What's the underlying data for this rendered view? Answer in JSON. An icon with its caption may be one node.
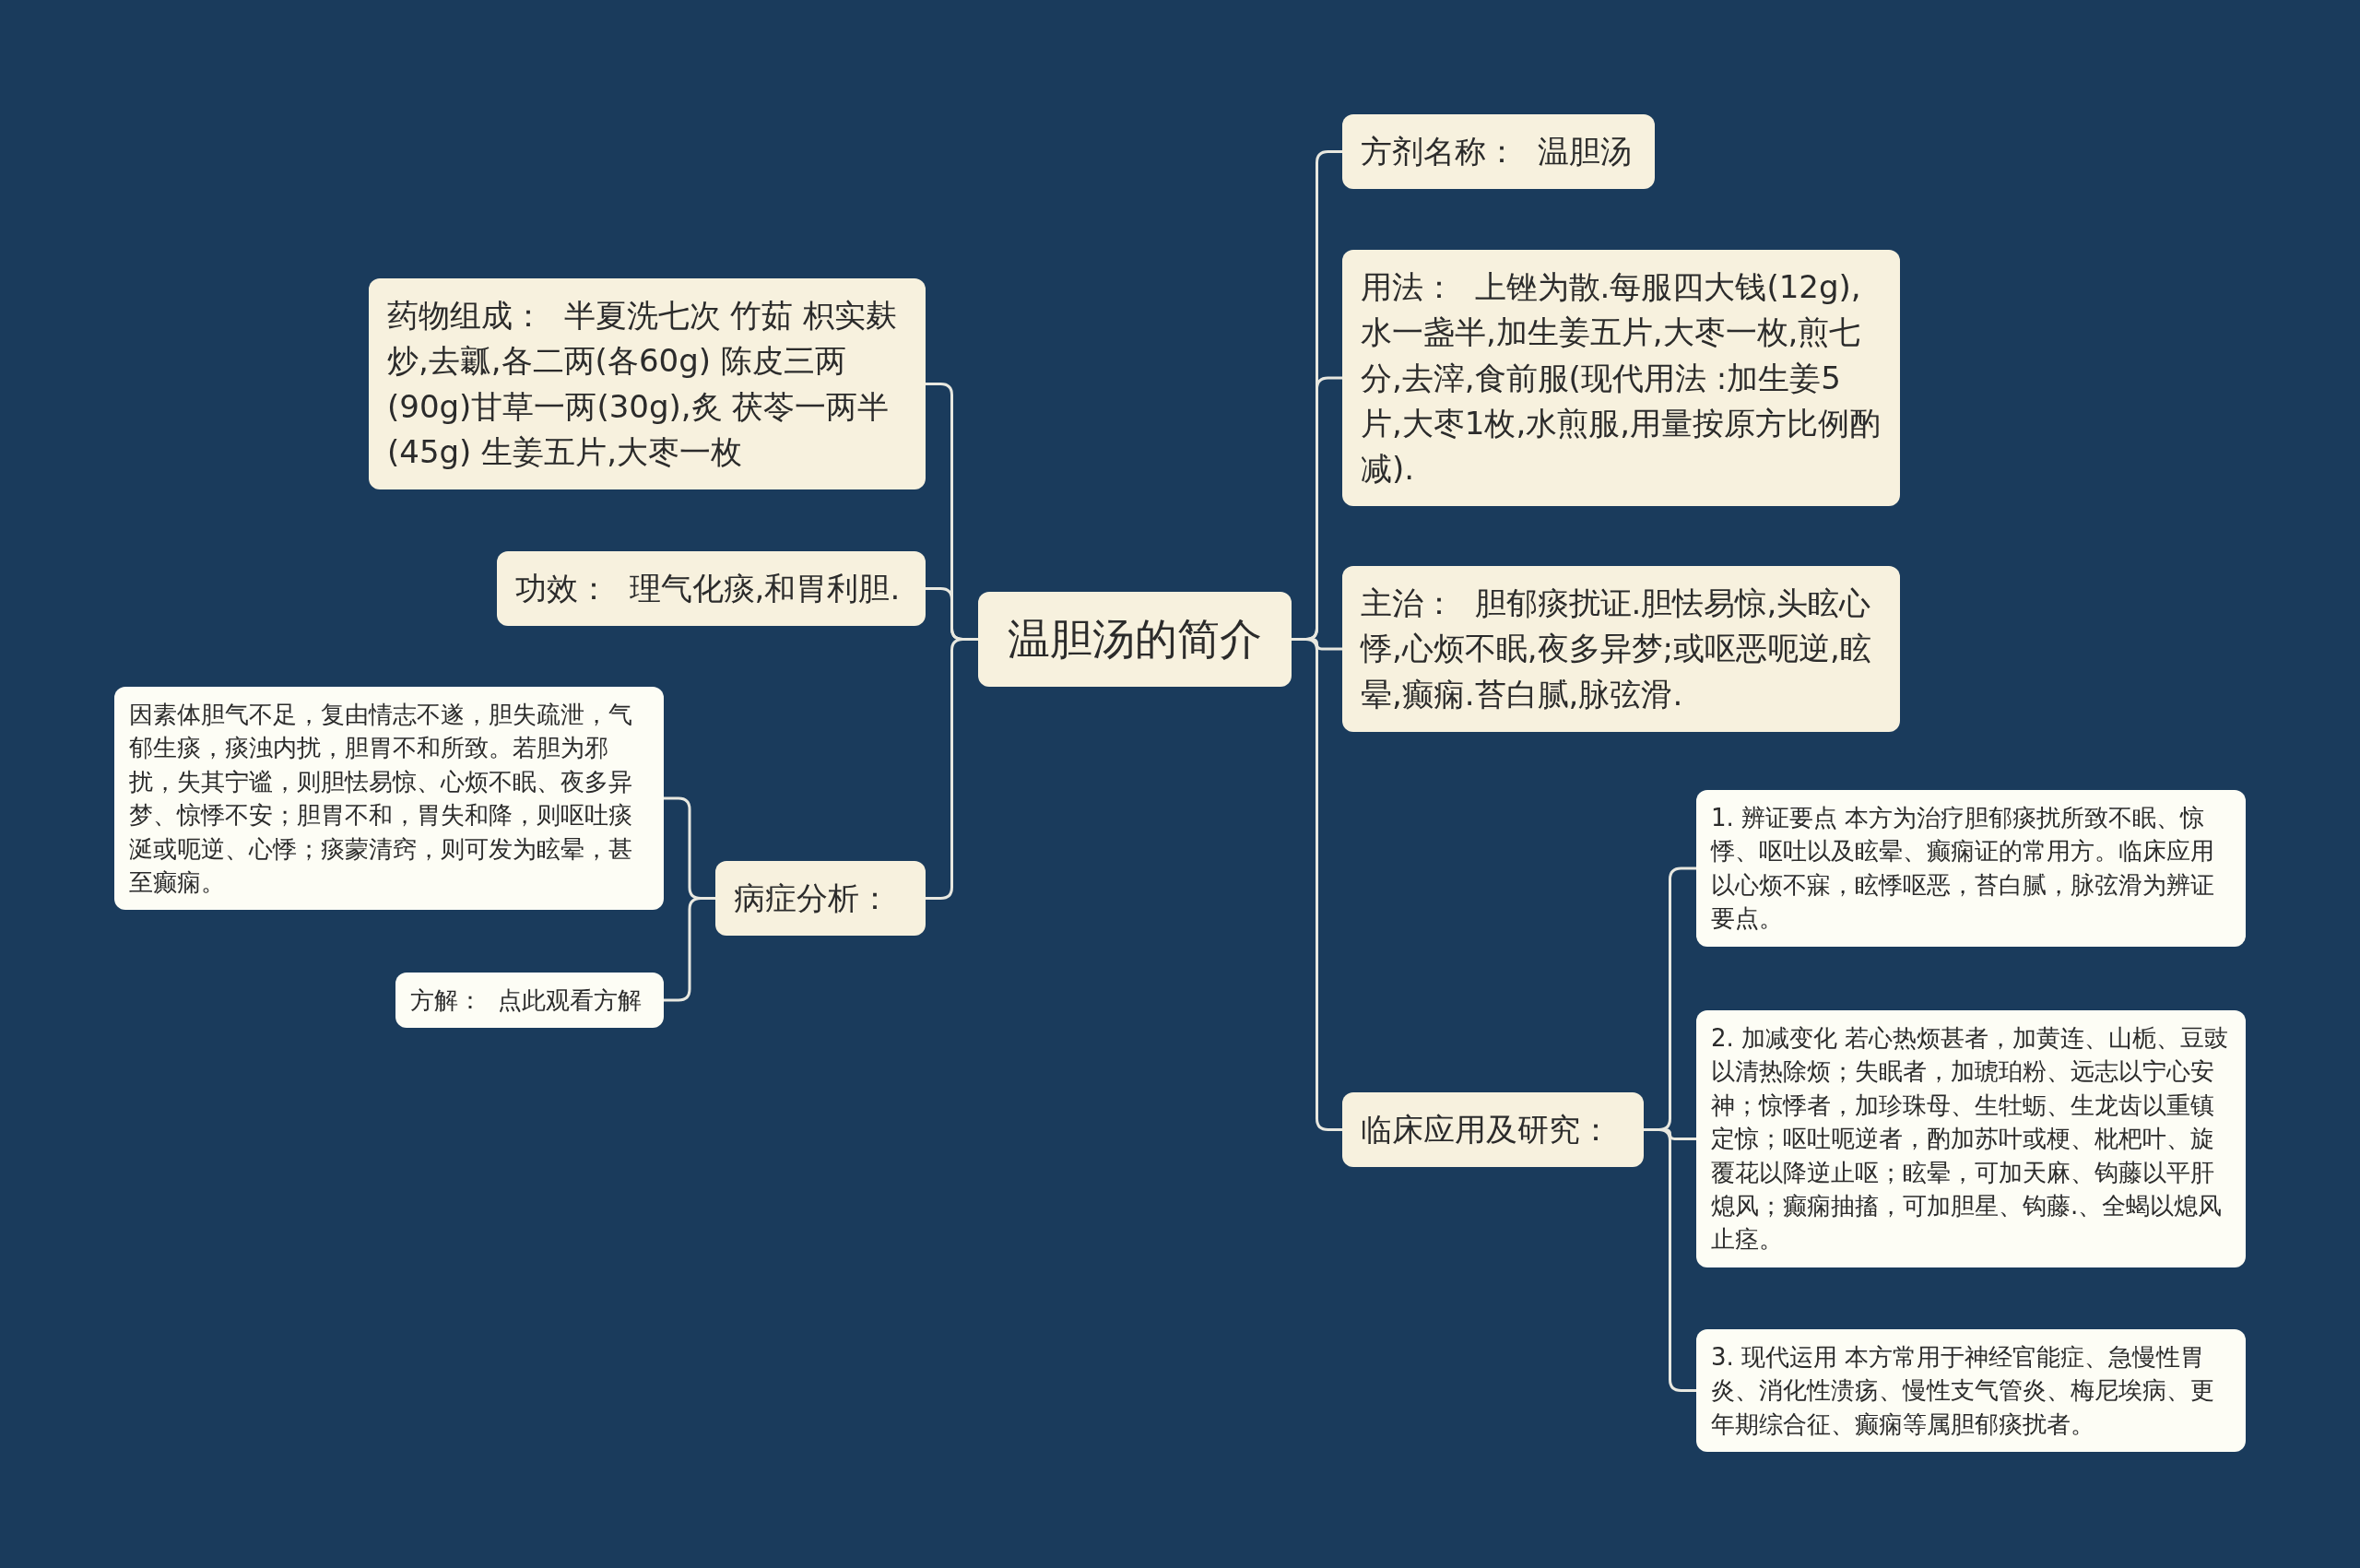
{
  "diagram": {
    "nodes": [
      {
        "text": [
          "温胆汤的简介"
        ]
      },
      {
        "text": [
          "药物组成：  半夏洗七次 竹茹 枳实麸炒,去瓤,各二两(各60g) 陈皮三两(90g)甘草一两(30g),炙 茯苓一两半(45g) 生姜五片,大枣一枚"
        ]
      },
      {
        "text": [
          "功效：  理气化痰,和胃利胆."
        ]
      },
      {
        "text": [
          "病症分析："
        ]
      },
      {
        "text": [
          "因素体胆气不足，复由情志不遂，胆失疏泄，气郁生痰，痰浊内扰，胆胃不和所致。若胆为邪扰，失其宁谧，则胆怯易惊、心烦不眠、夜多异梦、惊悸不安；胆胃不和，胃失和降，则呕吐痰涎或呃逆、心悸；痰蒙清窍，则可发为眩晕，甚至癫痫。"
        ]
      },
      {
        "text": [
          "方解：  点此观看方解"
        ]
      },
      {
        "text": [
          "方剂名称：  温胆汤"
        ]
      },
      {
        "text": [
          "用法：  上锉为散.每服四大钱(12g),水一盏半,加生姜五片,大枣一枚,煎七分,去滓,食前服(现代用法 :加生姜5片,大枣1枚,水煎服,用量按原方比例酌减)."
        ]
      },
      {
        "text": [
          "主治：  胆郁痰扰证.胆怯易惊,头眩心悸,心烦不眠,夜多异梦;或呕恶呃逆,眩晕,癫痫.苔白腻,脉弦滑."
        ]
      },
      {
        "text": [
          "临床应用及研究："
        ]
      },
      {
        "text": [
          "1. 辨证要点 本方为治疗胆郁痰扰所致不眠、惊悸、呕吐以及眩晕、癫痫证的常用方。临床应用以心烦不寐，眩悸呕恶，苔白腻，脉弦滑为辨证要点。"
        ]
      },
      {
        "text": [
          "2. 加减变化 若心热烦甚者，加黄连、山栀、豆豉以清热除烦；失眠者，加琥珀粉、远志以宁心安神；惊悸者，加珍珠母、生牡蛎、生龙齿以重镇定惊；呕吐呃逆者，酌加苏叶或梗、枇杷叶、旋覆花以降逆止呕；眩晕，可加天麻、钩藤以平肝熄风；癫痫抽搐，可加胆星、钩藤.、全蝎以熄风止痉。"
        ]
      },
      {
        "text": [
          "3. 现代运用 本方常用于神经官能症、急慢性胃炎、消化性溃疡、慢性支气管炎、梅尼埃病、更年期综合征、癫痫等属胆郁痰扰者。"
        ]
      }
    ],
    "edges": [
      {
        "from": 0,
        "to": 1,
        "arrow": "none"
      },
      {
        "from": 0,
        "to": 2,
        "arrow": "none"
      },
      {
        "from": 0,
        "to": 3,
        "arrow": "none"
      },
      {
        "from": 3,
        "to": 4,
        "arrow": "none"
      },
      {
        "from": 3,
        "to": 5,
        "arrow": "none"
      },
      {
        "from": 0,
        "to": 6,
        "arrow": "none"
      },
      {
        "from": 0,
        "to": 7,
        "arrow": "none"
      },
      {
        "from": 0,
        "to": 8,
        "arrow": "none"
      },
      {
        "from": 0,
        "to": 9,
        "arrow": "none"
      },
      {
        "from": 9,
        "to": 10,
        "arrow": "none"
      },
      {
        "from": 9,
        "to": 11,
        "arrow": "none"
      },
      {
        "from": 9,
        "to": 12,
        "arrow": "none"
      }
    ]
  }
}
